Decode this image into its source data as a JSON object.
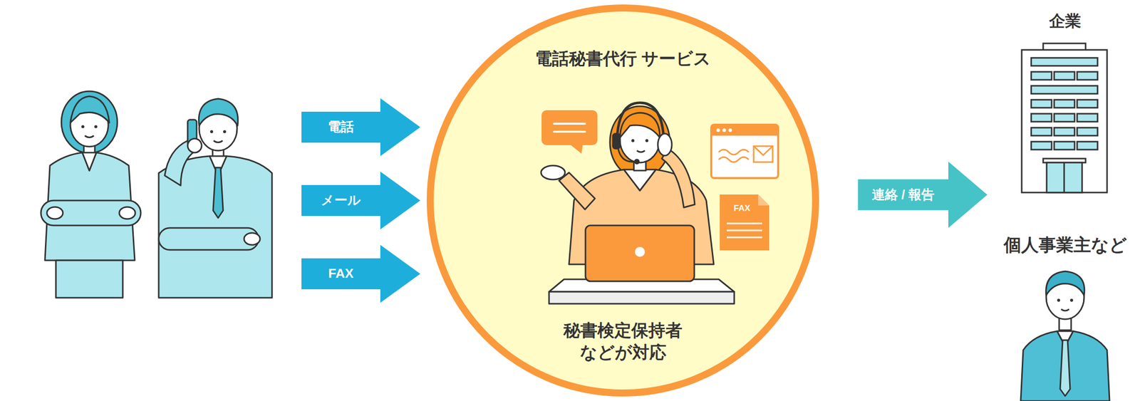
{
  "diagram": {
    "nodes": [
      {
        "text": [
          "電話"
        ]
      },
      {
        "text": [
          "メール"
        ]
      },
      {
        "text": [
          "FAX"
        ]
      },
      {
        "text": [
          "電話秘書代行 サービス",
          "秘書検定保持者 などが対応"
        ]
      },
      {
        "text": [
          "FAX"
        ],
        "in": 3
      },
      {
        "text": [
          "連絡 / 報告"
        ]
      }
    ],
    "labels": [
      "企業",
      "個人事業主など"
    ]
  }
}
